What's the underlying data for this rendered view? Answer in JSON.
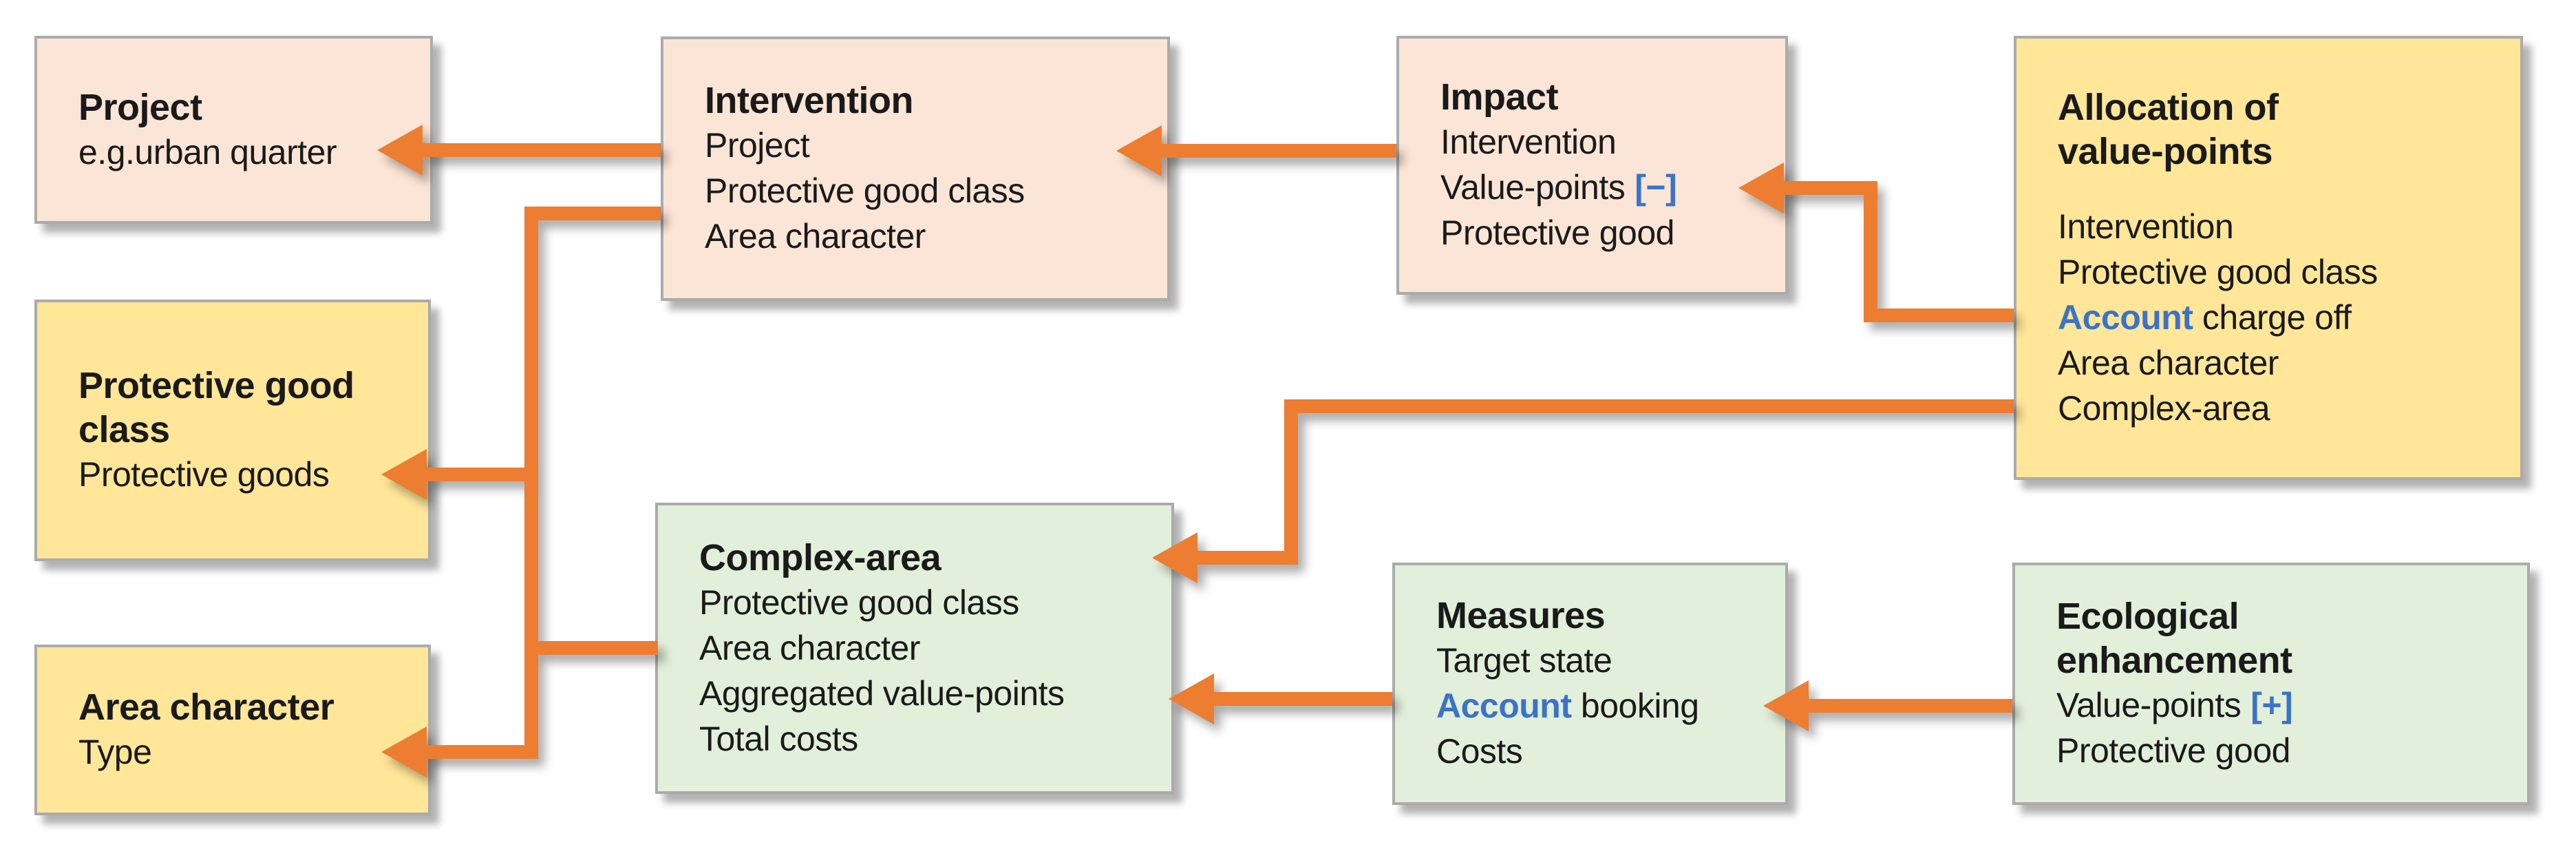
{
  "colors": {
    "orange": "#ED7D31",
    "pink": "#FBE5D6",
    "yellow": "#FFE699",
    "green": "#E2EFDA",
    "blue": "#3B73C8",
    "border": "#ABABAB",
    "text": "#1A1A1A"
  },
  "boxes": {
    "project": {
      "title": "Project",
      "item1": "e.g.urban quarter"
    },
    "intervention": {
      "title": "Intervention",
      "item1": "Project",
      "item2": "Protective good class",
      "item3": "Area character"
    },
    "impact": {
      "title": "Impact",
      "item1": "Intervention",
      "item2_label": "Value-points",
      "item2_badge": "[−]",
      "item3": "Protective good"
    },
    "allocation": {
      "title_line1": "Allocation of",
      "title_line2": "value-points",
      "item1": "Intervention",
      "item2": "Protective good class",
      "item3_account": "Account",
      "item3_rest": " charge off",
      "item4": "Area character",
      "item5": "Complex-area"
    },
    "protective_good_class": {
      "title_line1": "Protective good",
      "title_line2": "class",
      "item1": "Protective goods"
    },
    "area_character": {
      "title": "Area character",
      "item1": "Type"
    },
    "complex_area": {
      "title": "Complex-area",
      "item1": "Protective good class",
      "item2": "Area character",
      "item3": "Aggregated value-points",
      "item4": "Total costs"
    },
    "measures": {
      "title": "Measures",
      "item1": "Target state",
      "item2_account": "Account",
      "item2_rest": " booking",
      "item3": "Costs"
    },
    "ecological_enhancement": {
      "title_line1": "Ecological",
      "title_line2": "enhancement",
      "item1_label": "Value-points",
      "item1_badge": "[+]",
      "item2": "Protective good"
    }
  },
  "edges": [
    {
      "from": "intervention",
      "to": "project"
    },
    {
      "from": "impact",
      "to": "intervention"
    },
    {
      "from": "allocation_of_value_points",
      "to": "impact",
      "target_item": "Value-points [−]"
    },
    {
      "from": "allocation_of_value_points",
      "to": "complex_area"
    },
    {
      "from": "measures",
      "to": "complex_area",
      "target_item": "Aggregated value-points"
    },
    {
      "from": "ecological_enhancement",
      "to": "measures",
      "target_item": "Account booking"
    },
    {
      "from": "intervention, complex_area",
      "to": "protective_good_class",
      "target_item": "Protective goods"
    },
    {
      "from": "intervention, complex_area",
      "to": "area_character",
      "target_item": "Type"
    }
  ]
}
